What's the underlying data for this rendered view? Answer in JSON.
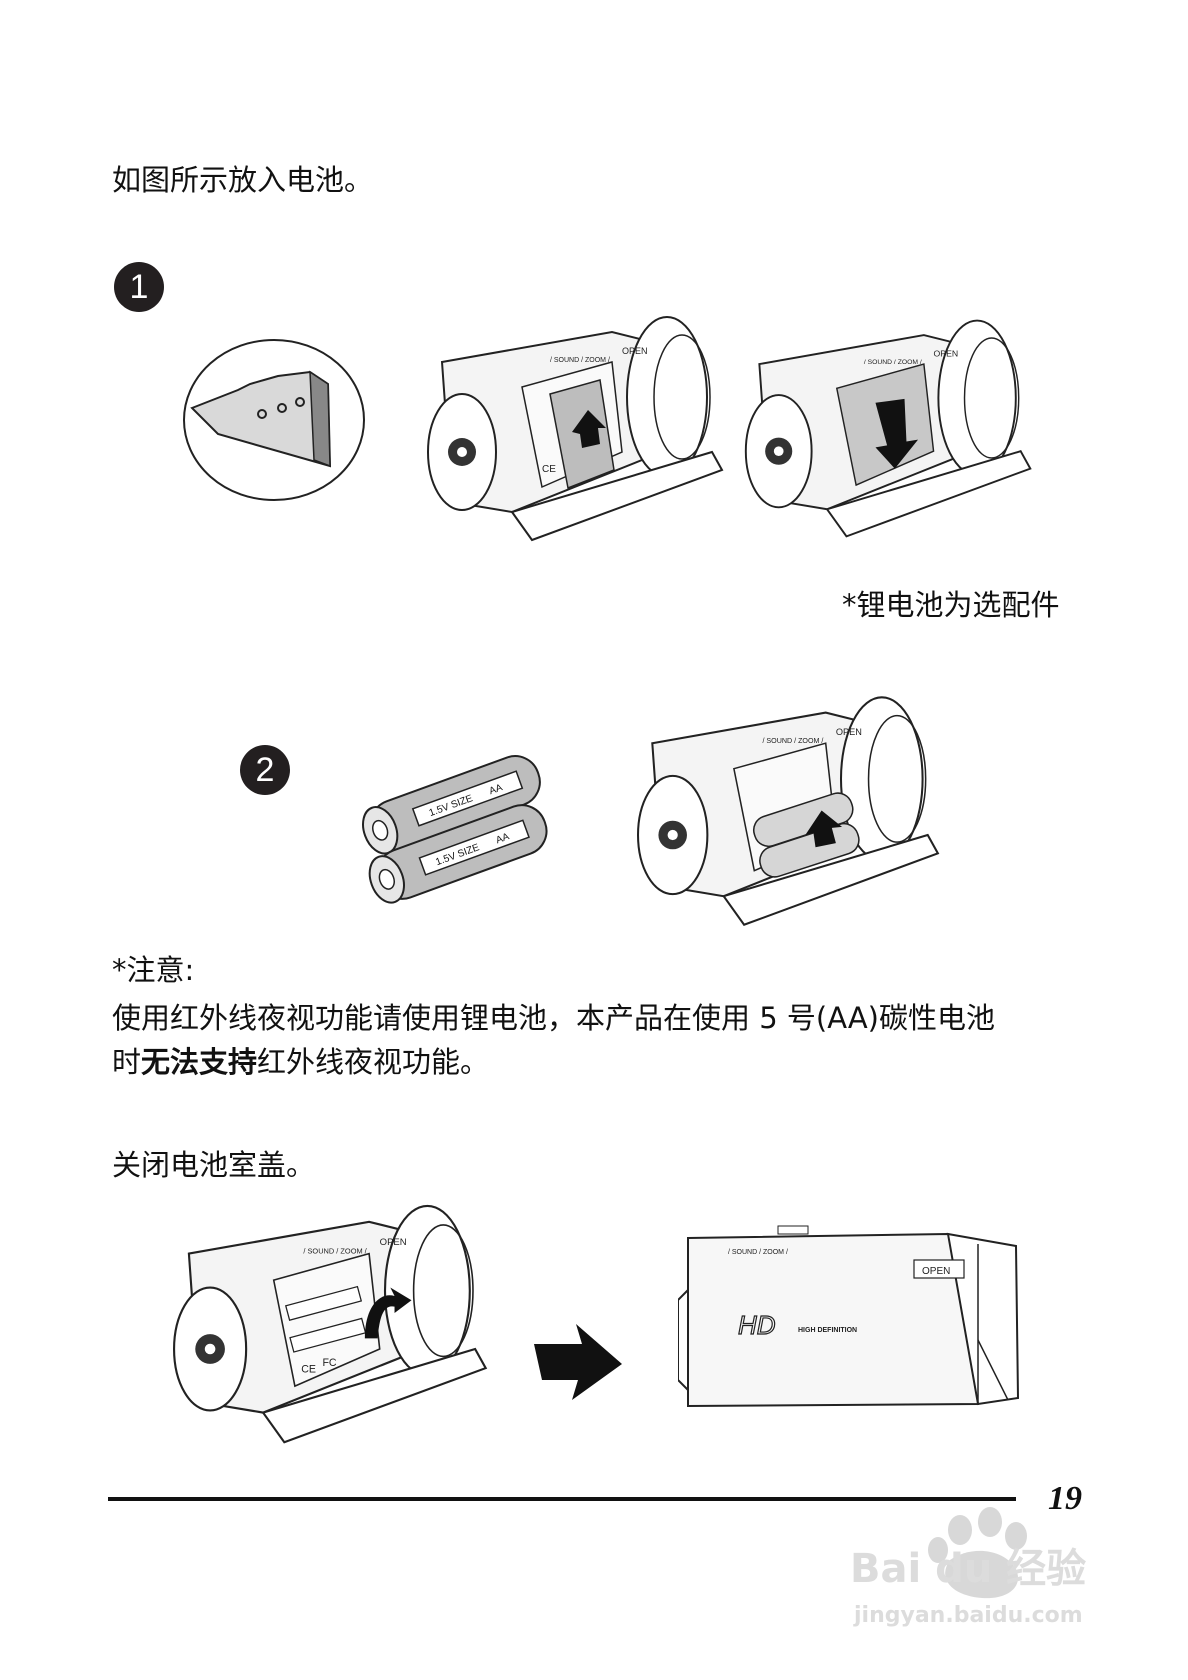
{
  "intro_text": "如图所示放入电池。",
  "steps": [
    {
      "number": "1"
    },
    {
      "number": "2"
    }
  ],
  "lithium_note": "*锂电池为选配件",
  "battery_print": {
    "size": "1.5V SIZE",
    "type": "AA"
  },
  "camera_labels": {
    "open": "OPEN",
    "sound_zoom": "/ SOUND / ZOOM /",
    "hd": "HD",
    "high_definition": "HIGH DEFINITION",
    "ce": "CE",
    "fc": "FC"
  },
  "notice": {
    "heading": "*注意:",
    "line1": "使用红外线夜视功能请使用锂电池，本产品在使用 5 号(AA)碳性电池",
    "line2_prefix": "时",
    "line2_bold": "无法支持",
    "line2_suffix": "红外线夜视功能。"
  },
  "close_text": "关闭电池室盖。",
  "page_number": "19",
  "watermark": {
    "brand": "Bai du 经验",
    "url": "jingyan.baidu.com"
  }
}
